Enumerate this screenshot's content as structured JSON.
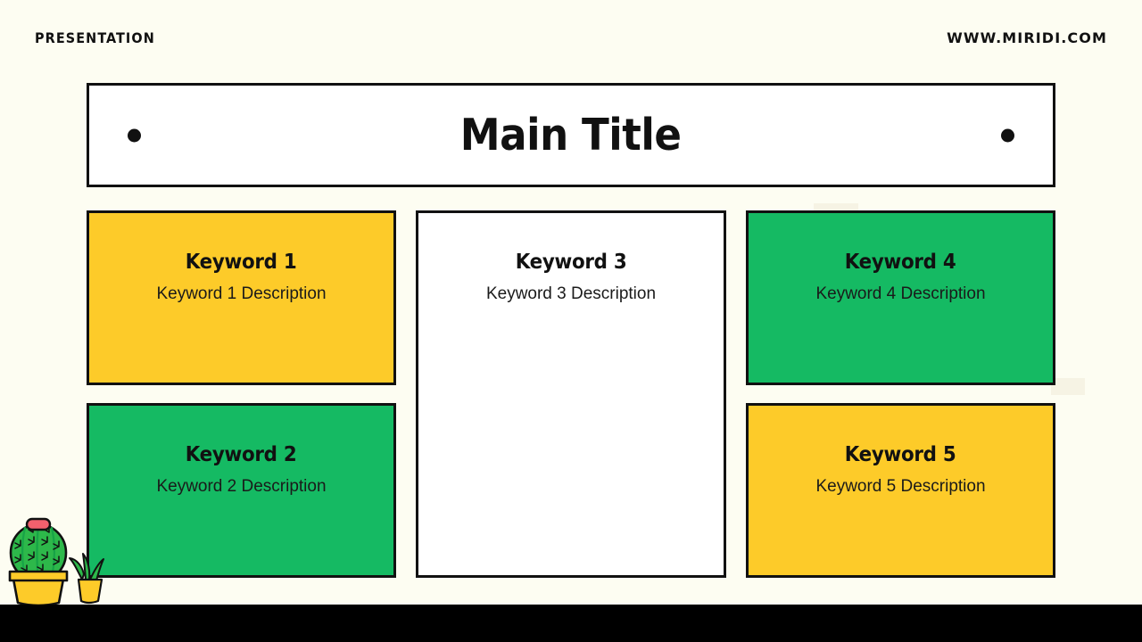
{
  "header": {
    "label": "PRESENTATION",
    "url": "WWW.MIRIDI.COM"
  },
  "title_bar": {
    "title": "Main Title",
    "dot_left": "bullet-dot",
    "dot_right": "bullet-dot"
  },
  "cards": [
    {
      "id": "keyword-1",
      "title": "Keyword 1",
      "description": "Keyword 1 Description",
      "color": "#fdcb29",
      "variant": "yellow"
    },
    {
      "id": "keyword-2",
      "title": "Keyword 2",
      "description": "Keyword 2 Description",
      "color": "#15ba63",
      "variant": "green"
    },
    {
      "id": "keyword-3",
      "title": "Keyword 3",
      "description": "Keyword 3 Description",
      "color": "#ffffff",
      "variant": "white"
    },
    {
      "id": "keyword-4",
      "title": "Keyword 4",
      "description": "Keyword 4 Description",
      "color": "#15ba63",
      "variant": "green"
    },
    {
      "id": "keyword-5",
      "title": "Keyword 5",
      "description": "Keyword 5 Description",
      "color": "#fdcb29",
      "variant": "yellow"
    }
  ],
  "decoration": {
    "cactus": "cactus-plant-illustration",
    "small_plant": "small-potted-plant-illustration",
    "faint_block_top": "faint-rectangle-decoration",
    "faint_block_right": "faint-rectangle-decoration"
  },
  "colors": {
    "background": "#fdfdf2",
    "yellow": "#fdcb29",
    "green": "#15ba63",
    "white": "#ffffff",
    "outline": "#111111",
    "bottom_bar": "#000000",
    "cactus_green": "#2db84a",
    "cactus_green_dark": "#17a347",
    "pot_yellow": "#fdcb29",
    "flower_pink": "#f2606d"
  }
}
